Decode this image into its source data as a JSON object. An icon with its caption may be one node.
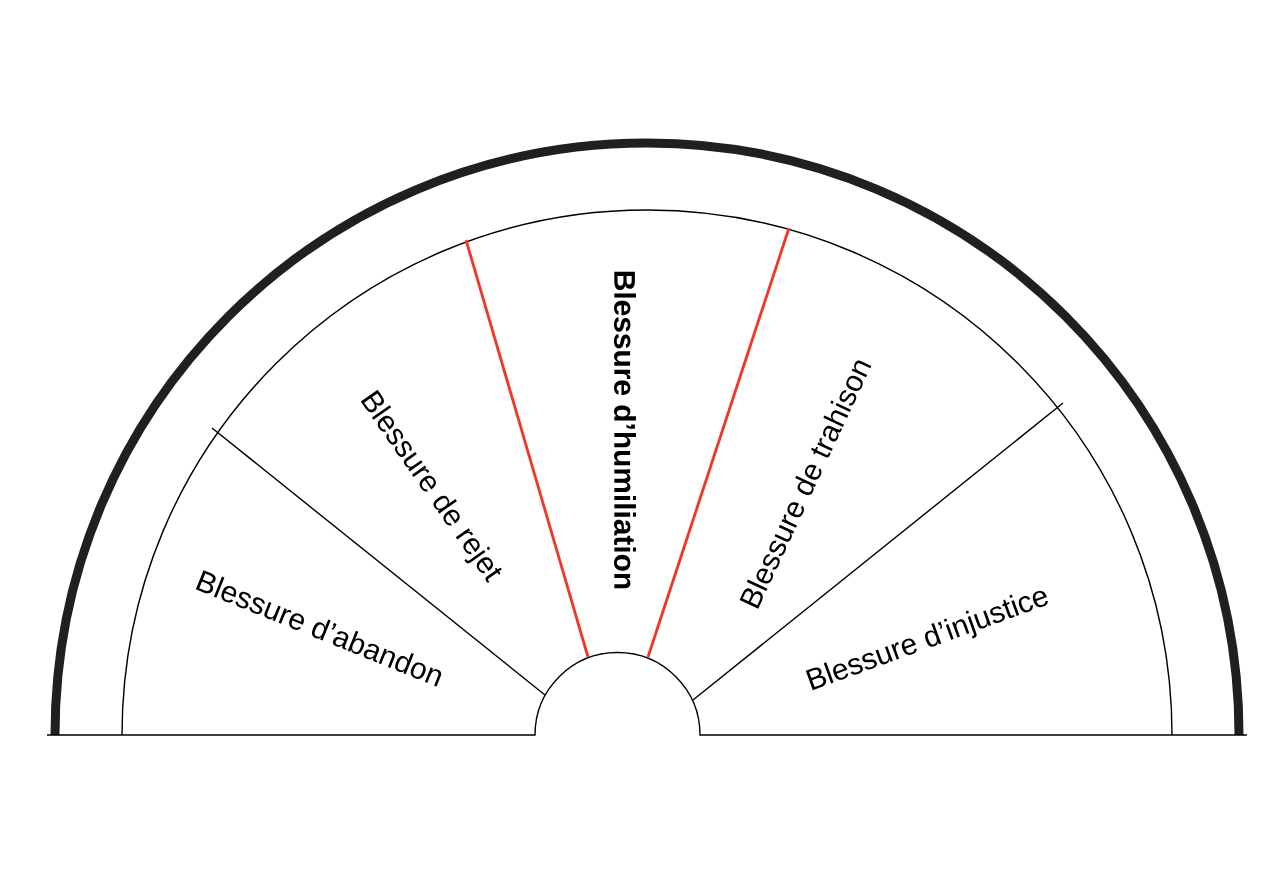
{
  "diagram": {
    "nodes": [
      {
        "text": [
          "Blessure d’abandon"
        ]
      },
      {
        "text": [
          "Blessure de rejet"
        ]
      },
      {
        "text": [
          "Blessure d’humiliation"
        ]
      },
      {
        "text": [
          "Blessure de trahison"
        ]
      },
      {
        "text": [
          "Blessure d’injustice"
        ]
      }
    ]
  }
}
